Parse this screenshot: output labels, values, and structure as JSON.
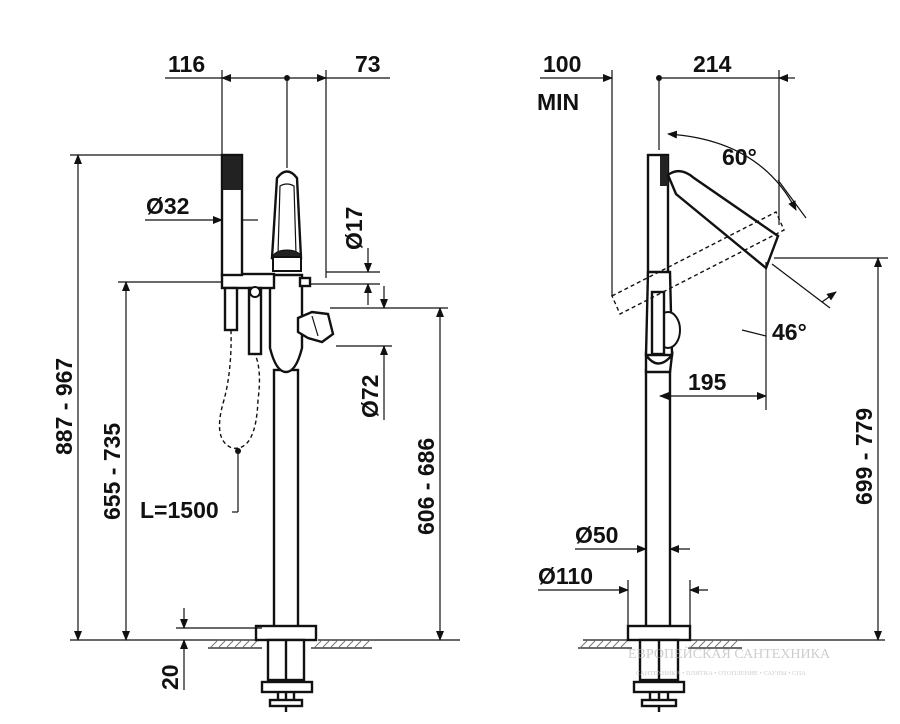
{
  "left_view": {
    "dims": {
      "offset_left": "116",
      "offset_right": "73",
      "handshower_dia": "Ø32",
      "spout_dia": "Ø17",
      "diverter_dia": "Ø72",
      "overall_height": "887 - 967",
      "handshower_height": "655 - 735",
      "lever_height": "606 - 686",
      "hose_length": "L=1500",
      "floor_depth": "20"
    }
  },
  "right_view": {
    "dims": {
      "min_clearance": "100",
      "min_label": "MIN",
      "reach": "214",
      "rotation_angle": "60°",
      "tilt_angle": "46°",
      "spout_offset": "195",
      "spout_height": "699 - 779",
      "column_dia": "Ø50",
      "base_dia": "Ø110"
    }
  },
  "watermark": {
    "title": "ЕВРОПЕЙСКАЯ САНТЕХНИКА",
    "subtitle": "САНТЕХНИКА • ПЛИТКА • ОТОПЛЕНИЕ • САУНЫ • СПА"
  }
}
